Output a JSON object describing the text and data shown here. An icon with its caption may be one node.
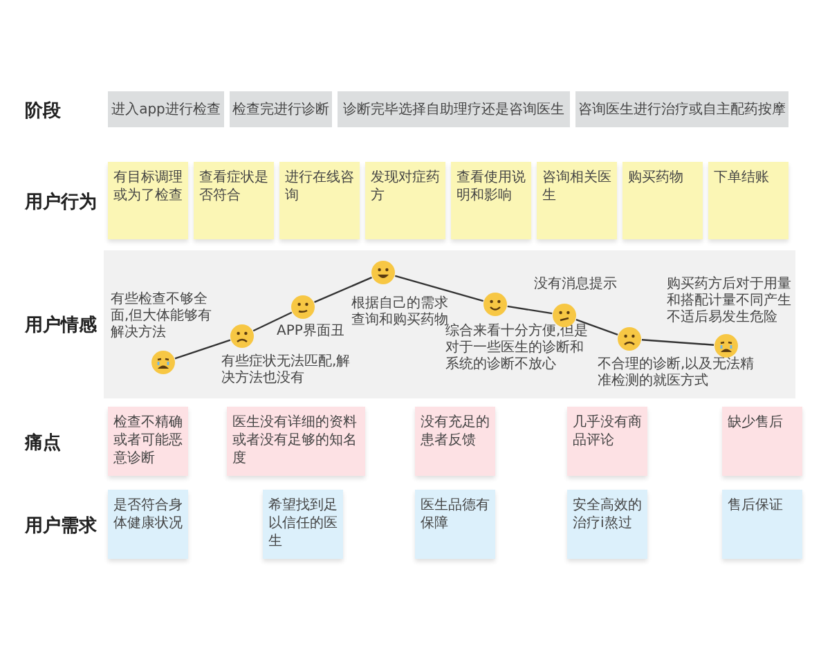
{
  "diagram": {
    "nodes": [
      {
        "text": [
          "进入app进行检查"
        ]
      },
      {
        "text": [
          "检查完进行诊断"
        ]
      },
      {
        "text": [
          "诊断完毕选择自助理疗还是咨询医生"
        ]
      },
      {
        "text": [
          "咨询医生进行治疗或自主配药按摩"
        ]
      },
      {
        "text": [
          "有目标调理或为了检查"
        ]
      },
      {
        "text": [
          "查看症状是否符合"
        ]
      },
      {
        "text": [
          "进行在线咨询"
        ]
      },
      {
        "text": [
          "发现对症药方"
        ]
      },
      {
        "text": [
          "查看使用说明和影响"
        ]
      },
      {
        "text": [
          "咨询相关医生"
        ]
      },
      {
        "text": [
          "购买药物"
        ]
      },
      {
        "text": [
          "下单结账"
        ]
      },
      {
        "text": [],
        "shape": "box"
      },
      {
        "text": [],
        "shape": "circle",
        "in": 12,
        "beside": [
          "有些检查不够全面,但大体能够有解决方法"
        ]
      },
      {
        "text": [],
        "shape": "circle",
        "in": 12,
        "beside": [
          "有些症状无法匹配,解决方法也没有"
        ]
      },
      {
        "text": [],
        "shape": "circle",
        "in": 12,
        "beside": [
          "APP界面丑"
        ]
      },
      {
        "text": [],
        "shape": "circle",
        "in": 12,
        "beside": [
          "根据自己的需求查询和购买药物"
        ]
      },
      {
        "text": [],
        "shape": "circle",
        "in": 12,
        "beside": [
          "综合来看十分方便,但是对于一些医生的诊断和系统的诊断不放心"
        ]
      },
      {
        "text": [],
        "shape": "circle",
        "in": 12,
        "beside": [
          "没有消息提示"
        ]
      },
      {
        "text": [],
        "shape": "circle",
        "in": 12,
        "beside": [
          "不合理的诊断,以及无法精准检测的就医方式"
        ]
      },
      {
        "text": [],
        "shape": "circle",
        "in": 12,
        "beside": [
          "购买药方后对于用量和搭配计量不同产生不适后易发生危险"
        ]
      },
      {
        "text": [
          "检查不精确或者可能恶意诊断"
        ]
      },
      {
        "text": [
          "医生没有详细的资料或者没有足够的知名度"
        ]
      },
      {
        "text": [
          "没有充足的患者反馈"
        ]
      },
      {
        "text": [
          "几乎没有商品评论"
        ]
      },
      {
        "text": [
          "缺少售后"
        ]
      },
      {
        "text": [
          "是否符合身体健康状况"
        ]
      },
      {
        "text": [
          "希望找到足以信任的医生"
        ]
      },
      {
        "text": [
          "医生品德有保障"
        ]
      },
      {
        "text": [
          "安全高效的治疗i熬过"
        ]
      },
      {
        "text": [
          "售后保证"
        ]
      }
    ],
    "edges": [
      {
        "from": 13,
        "to": 14,
        "arrow": "none"
      },
      {
        "from": 14,
        "to": 15,
        "arrow": "none"
      },
      {
        "from": 15,
        "to": 16,
        "arrow": "none"
      },
      {
        "from": 16,
        "to": 17,
        "arrow": "none"
      },
      {
        "from": 17,
        "to": 18,
        "arrow": "none"
      },
      {
        "from": 18,
        "to": 19,
        "arrow": "none"
      },
      {
        "from": 19,
        "to": 20,
        "arrow": "none"
      }
    ],
    "labels": [
      "阶段",
      "用户行为",
      "用户情感",
      "痛点",
      "用户需求"
    ]
  }
}
